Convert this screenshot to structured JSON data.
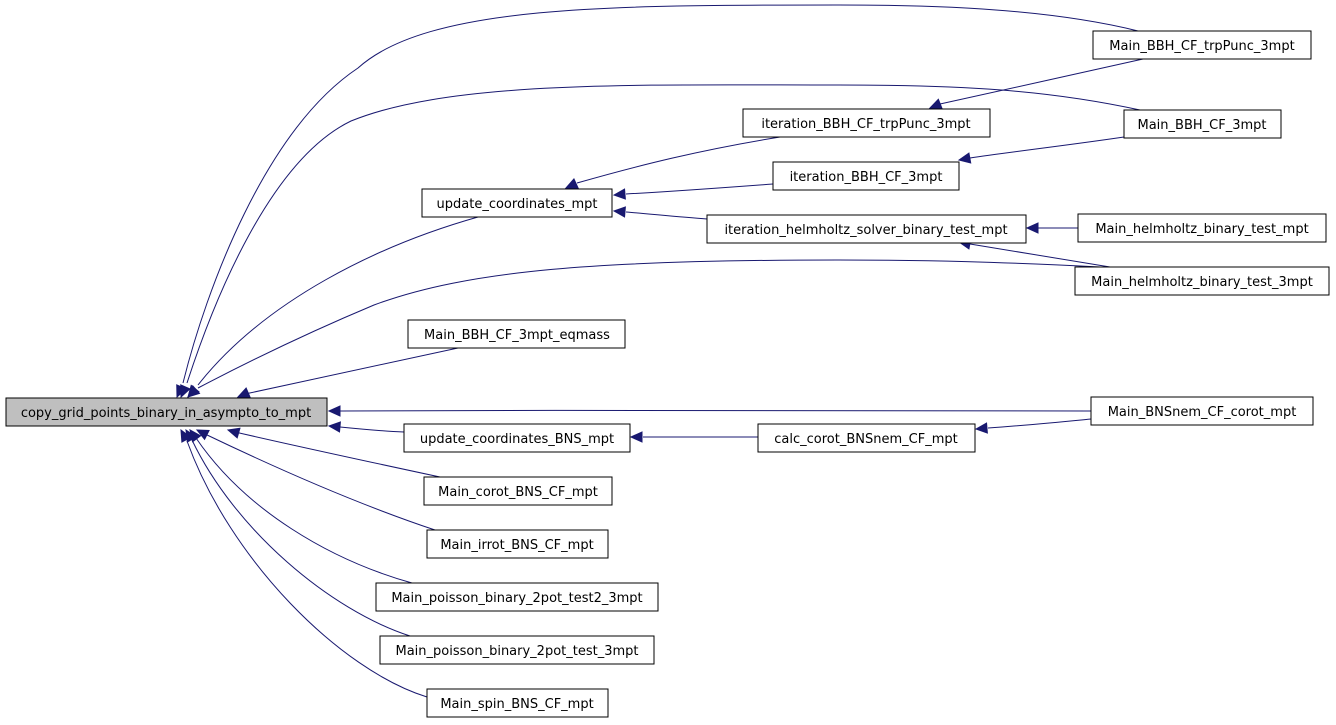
{
  "graph": {
    "root": "copy_grid_points_binary_in_asympto_to_mpt",
    "nodes": {
      "root": "copy_grid_points_binary_in_asympto_to_mpt",
      "update_coordinates_mpt": "update_coordinates_mpt",
      "iteration_trp": "iteration_BBH_CF_trpPunc_3mpt",
      "iteration_bbh": "iteration_BBH_CF_3mpt",
      "iteration_helm": "iteration_helmholtz_solver_binary_test_mpt",
      "main_trp": "Main_BBH_CF_trpPunc_3mpt",
      "main_bbh": "Main_BBH_CF_3mpt",
      "main_helm_mpt": "Main_helmholtz_binary_test_mpt",
      "main_helm_3mpt": "Main_helmholtz_binary_test_3mpt",
      "main_eqmass": "Main_BBH_CF_3mpt_eqmass",
      "main_bnsnem": "Main_BNSnem_CF_corot_mpt",
      "update_bns": "update_coordinates_BNS_mpt",
      "calc_corot": "calc_corot_BNSnem_CF_mpt",
      "main_corot": "Main_corot_BNS_CF_mpt",
      "main_irrot": "Main_irrot_BNS_CF_mpt",
      "main_poisson2": "Main_poisson_binary_2pot_test2_3mpt",
      "main_poisson": "Main_poisson_binary_2pot_test_3mpt",
      "main_spin": "Main_spin_BNS_CF_mpt"
    },
    "edges": [
      [
        "main_trp",
        "root"
      ],
      [
        "main_bbh",
        "root"
      ],
      [
        "update_coordinates_mpt",
        "root"
      ],
      [
        "main_helm_3mpt",
        "root"
      ],
      [
        "main_eqmass",
        "root"
      ],
      [
        "main_bnsnem",
        "root"
      ],
      [
        "update_bns",
        "root"
      ],
      [
        "main_corot",
        "root"
      ],
      [
        "main_irrot",
        "root"
      ],
      [
        "main_poisson2",
        "root"
      ],
      [
        "main_poisson",
        "root"
      ],
      [
        "main_spin",
        "root"
      ],
      [
        "iteration_trp",
        "update_coordinates_mpt"
      ],
      [
        "iteration_bbh",
        "update_coordinates_mpt"
      ],
      [
        "iteration_helm",
        "update_coordinates_mpt"
      ],
      [
        "main_trp",
        "iteration_trp"
      ],
      [
        "main_bbh",
        "iteration_bbh"
      ],
      [
        "main_helm_mpt",
        "iteration_helm"
      ],
      [
        "main_helm_3mpt",
        "iteration_helm"
      ],
      [
        "calc_corot",
        "update_bns"
      ],
      [
        "main_bnsnem",
        "calc_corot"
      ]
    ],
    "colors": {
      "edge": "#191970",
      "root_fill": "#bfbfbf",
      "node_fill": "#ffffff",
      "node_border": "#000000"
    }
  }
}
